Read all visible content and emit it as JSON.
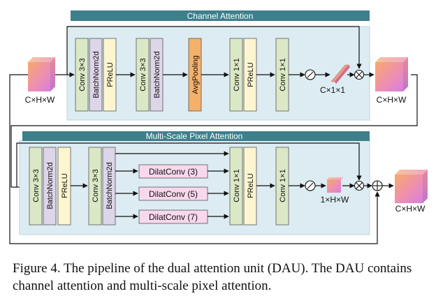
{
  "colors": {
    "panel_bg": "#dcecf2",
    "panel_header": "#3e7f8c",
    "conv": "#dbe8c5",
    "batchnorm": "#ddd5e8",
    "prelu": "#fdf5cf",
    "avgpool": "#f5b06a",
    "dilat": "#f8d8ec",
    "arrow": "#111111"
  },
  "channel_attention": {
    "title": "Channel Attention",
    "input_label": "C×H×W",
    "output_label": "C×H×W",
    "vector_label": "C×1×1",
    "blocks": [
      "Conv 3×3",
      "BatchNorm2d",
      "PReLU",
      "Conv 3×3",
      "BatchNorm2d",
      "AvgPooling",
      "Conv 1×1",
      "PReLU",
      "Conv 1×1"
    ]
  },
  "pixel_attention": {
    "title": "Multi-Scale Pixel Attention",
    "map_label": "1×H×W",
    "output_label": "C×H×W",
    "blocks": [
      "Conv 3×3",
      "BatchNorm2d",
      "PReLU",
      "Conv 3×3",
      "BatchNorm2d",
      "Conv 1×1",
      "PReLU",
      "Conv 1×1"
    ],
    "dilated": [
      "DilatConv (3)",
      "DilatConv (5)",
      "DilatConv (7)"
    ]
  },
  "caption": "Figure 4. The pipeline of the dual attention unit (DAU). The DAU contains channel attention and multi-scale pixel attention."
}
